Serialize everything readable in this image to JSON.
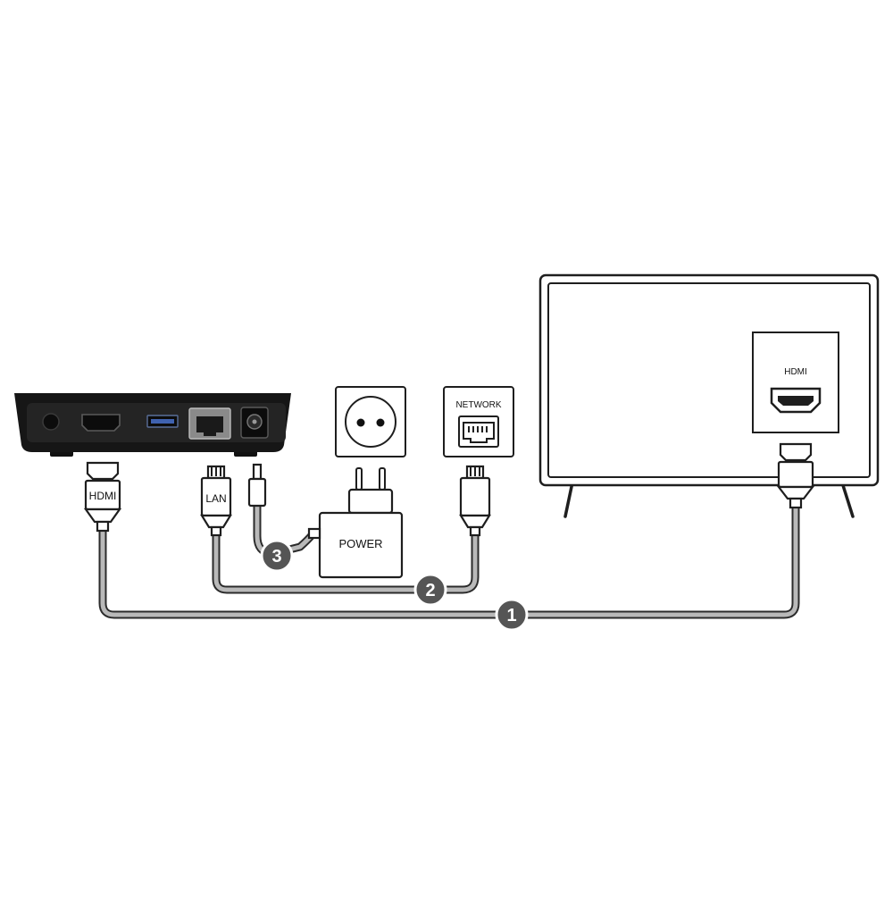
{
  "connectors": {
    "hdmi_plug_label": "HDMI",
    "lan_plug_label": "LAN",
    "power_adapter_label": "POWER",
    "network_socket_label": "NETWORK",
    "tv_port_label": "HDMI"
  },
  "steps": [
    "1",
    "2",
    "3"
  ],
  "colors": {
    "device_body": "#161616",
    "cable": "#b9b9b9",
    "badge": "#555555"
  }
}
